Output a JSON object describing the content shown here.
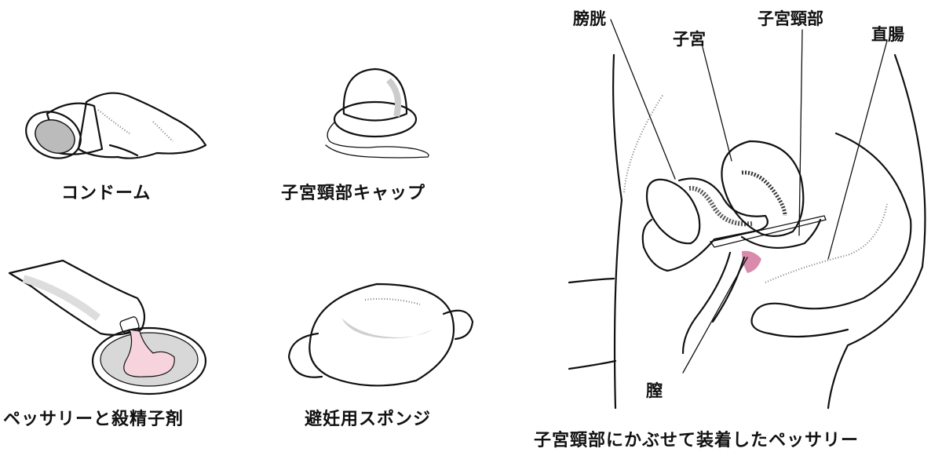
{
  "colors": {
    "ink": "#111111",
    "shade": "#d8d8d8",
    "uterus_pink": "#f7cfe0",
    "gel_pink": "#f6d3dd",
    "cervix_pink": "#d98bab"
  },
  "methods": [
    {
      "id": "condom",
      "label": "コンドーム",
      "icon": "condom-illustration"
    },
    {
      "id": "cervical-cap",
      "label": "子宮頸部キャップ",
      "icon": "cervical-cap-illustration"
    },
    {
      "id": "diaphragm-spermicide",
      "label": "ペッサリーと殺精子剤",
      "icon": "diaphragm-spermicide-illustration"
    },
    {
      "id": "sponge",
      "label": "避妊用スポンジ",
      "icon": "contraceptive-sponge-illustration"
    }
  ],
  "anatomy": {
    "caption": "子宮頸部にかぶせて装着したペッサリー",
    "labels": {
      "bladder": "膀胱",
      "uterus": "子宮",
      "cervix": "子宮頸部",
      "rectum": "直腸",
      "vagina": "膣"
    }
  }
}
